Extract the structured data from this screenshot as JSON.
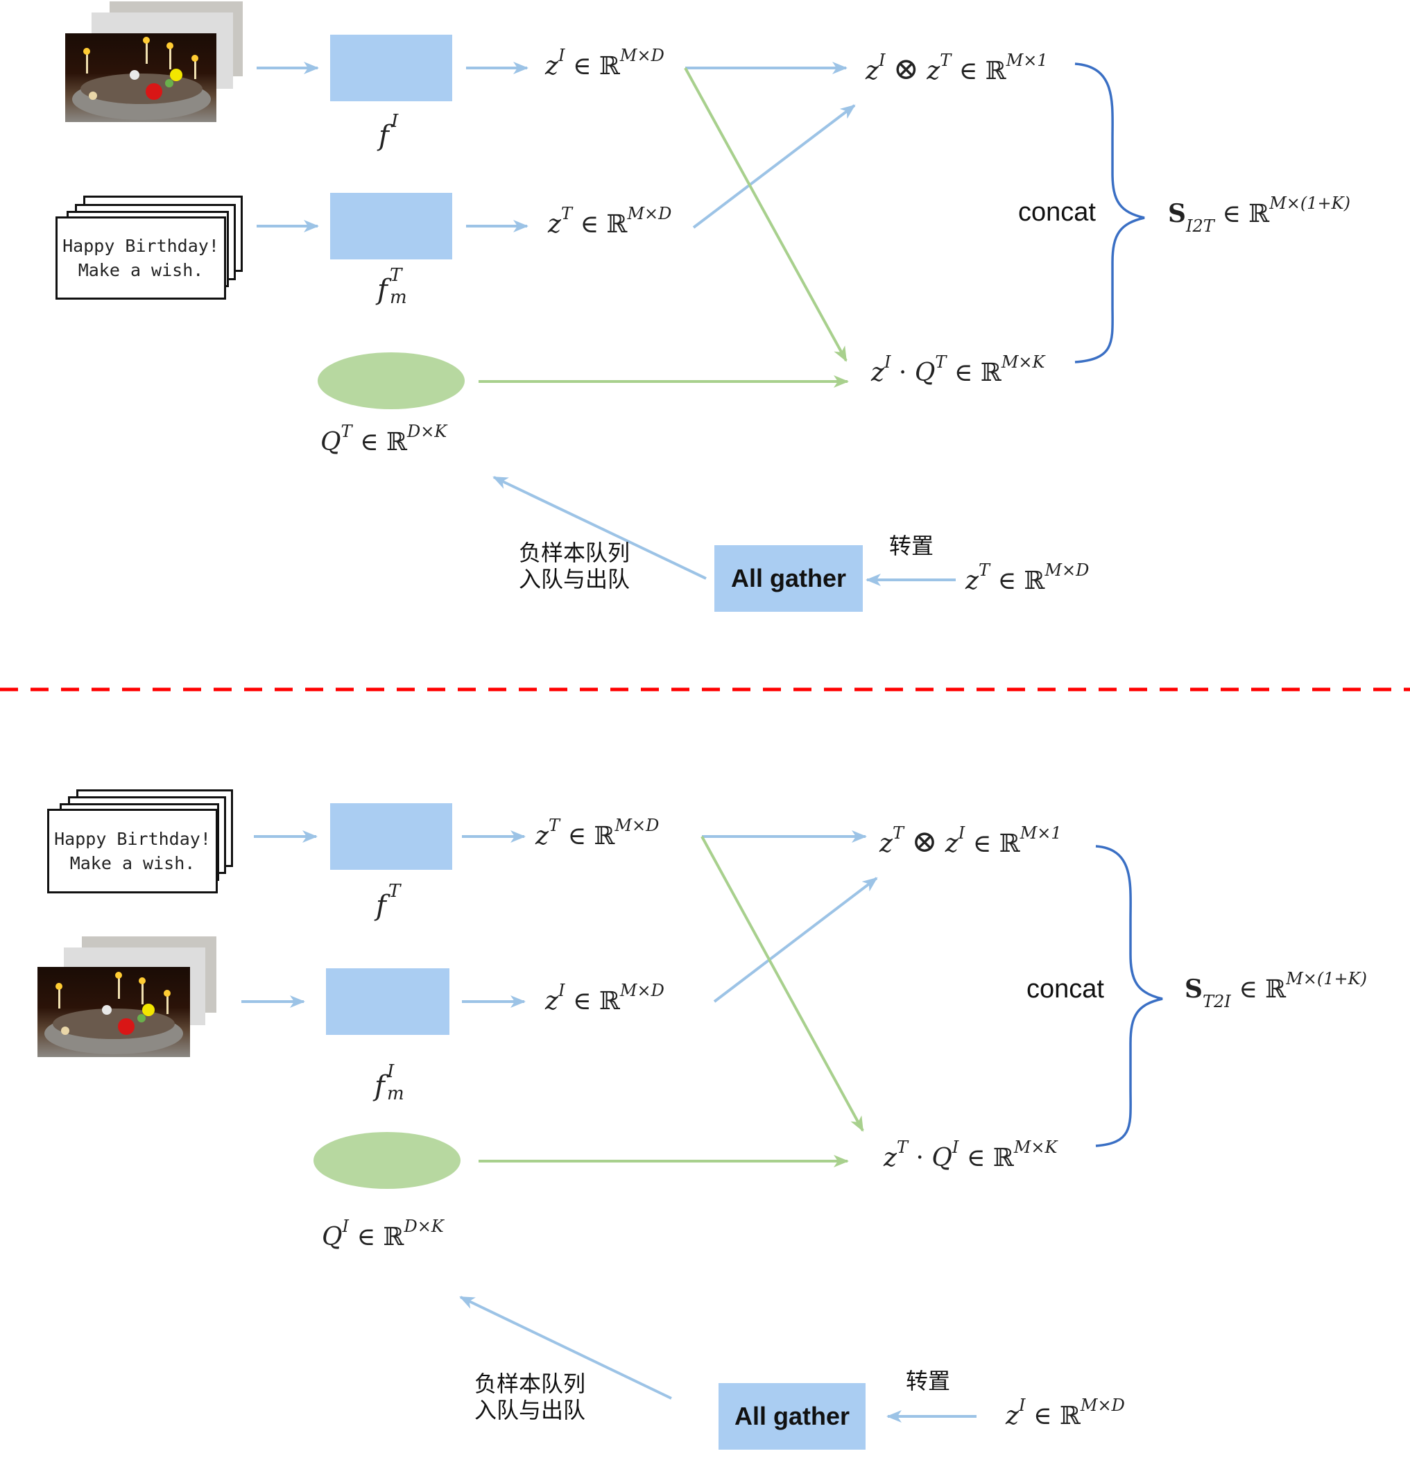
{
  "top": {
    "image_input": "image-stack",
    "text_card": {
      "line1": "Happy Birthday!",
      "line2": "Make a wish."
    },
    "encoder1_label": {
      "base": "f",
      "sup": "I",
      "sub": ""
    },
    "encoder2_label": {
      "base": "f",
      "sup": "T",
      "sub": "m"
    },
    "z_first": {
      "base": "z",
      "sup": "I",
      "space": "∈ ℝ",
      "dim": "M×D"
    },
    "z_second": {
      "base": "z",
      "sup": "T",
      "space": "∈ ℝ",
      "dim": "M×D"
    },
    "queue_label": {
      "base": "Q",
      "sup": "T",
      "space": "∈ ℝ",
      "dim": "D×K"
    },
    "pos_sim": {
      "a": "z",
      "a_sup": "I",
      "op": "⊗",
      "b": "z",
      "b_sup": "T",
      "space": "∈ ℝ",
      "dim": "M×1"
    },
    "neg_sim": {
      "a": "z",
      "a_sup": "I",
      "op": "·",
      "b": "Q",
      "b_sup": "T",
      "space": "∈ ℝ",
      "dim": "M×K"
    },
    "concat": "concat",
    "result": {
      "base": "S",
      "sub": "I2T",
      "space": "∈ ℝ",
      "dim": "M×(1+K)"
    },
    "queue_note_line1": "负样本队列",
    "queue_note_line2": "入队与出队",
    "transpose": "转置",
    "all_gather": "All gather",
    "gather_input": {
      "base": "z",
      "sup": "T",
      "space": "∈ ℝ",
      "dim": "M×D"
    }
  },
  "bottom": {
    "text_card": {
      "line1": "Happy Birthday!",
      "line2": "Make a wish."
    },
    "encoder1_label": {
      "base": "f",
      "sup": "T",
      "sub": ""
    },
    "encoder2_label": {
      "base": "f",
      "sup": "I",
      "sub": "m"
    },
    "z_first": {
      "base": "z",
      "sup": "T",
      "space": "∈ ℝ",
      "dim": "M×D"
    },
    "z_second": {
      "base": "z",
      "sup": "I",
      "space": "∈ ℝ",
      "dim": "M×D"
    },
    "queue_label": {
      "base": "Q",
      "sup": "I",
      "space": "∈ ℝ",
      "dim": "D×K"
    },
    "pos_sim": {
      "a": "z",
      "a_sup": "T",
      "op": "⊗",
      "b": "z",
      "b_sup": "I",
      "space": "∈ ℝ",
      "dim": "M×1"
    },
    "neg_sim": {
      "a": "z",
      "a_sup": "T",
      "op": "·",
      "b": "Q",
      "b_sup": "I",
      "space": "∈ ℝ",
      "dim": "M×K"
    },
    "concat": "concat",
    "result": {
      "base": "S",
      "sub": "T2I",
      "space": "∈ ℝ",
      "dim": "M×(1+K)"
    },
    "queue_note_line1": "负样本队列",
    "queue_note_line2": "入队与出队",
    "transpose": "转置",
    "all_gather": "All gather",
    "gather_input": {
      "base": "z",
      "sup": "I",
      "space": "∈ ℝ",
      "dim": "M×D"
    }
  },
  "colors": {
    "encoder_box": "#aacdf2",
    "queue_ellipse": "#b7d8a0",
    "blue_arrow": "#9cc3e6",
    "green_arrow": "#a8d08d",
    "brace": "#3a6fc4",
    "separator": "#ff0000"
  }
}
